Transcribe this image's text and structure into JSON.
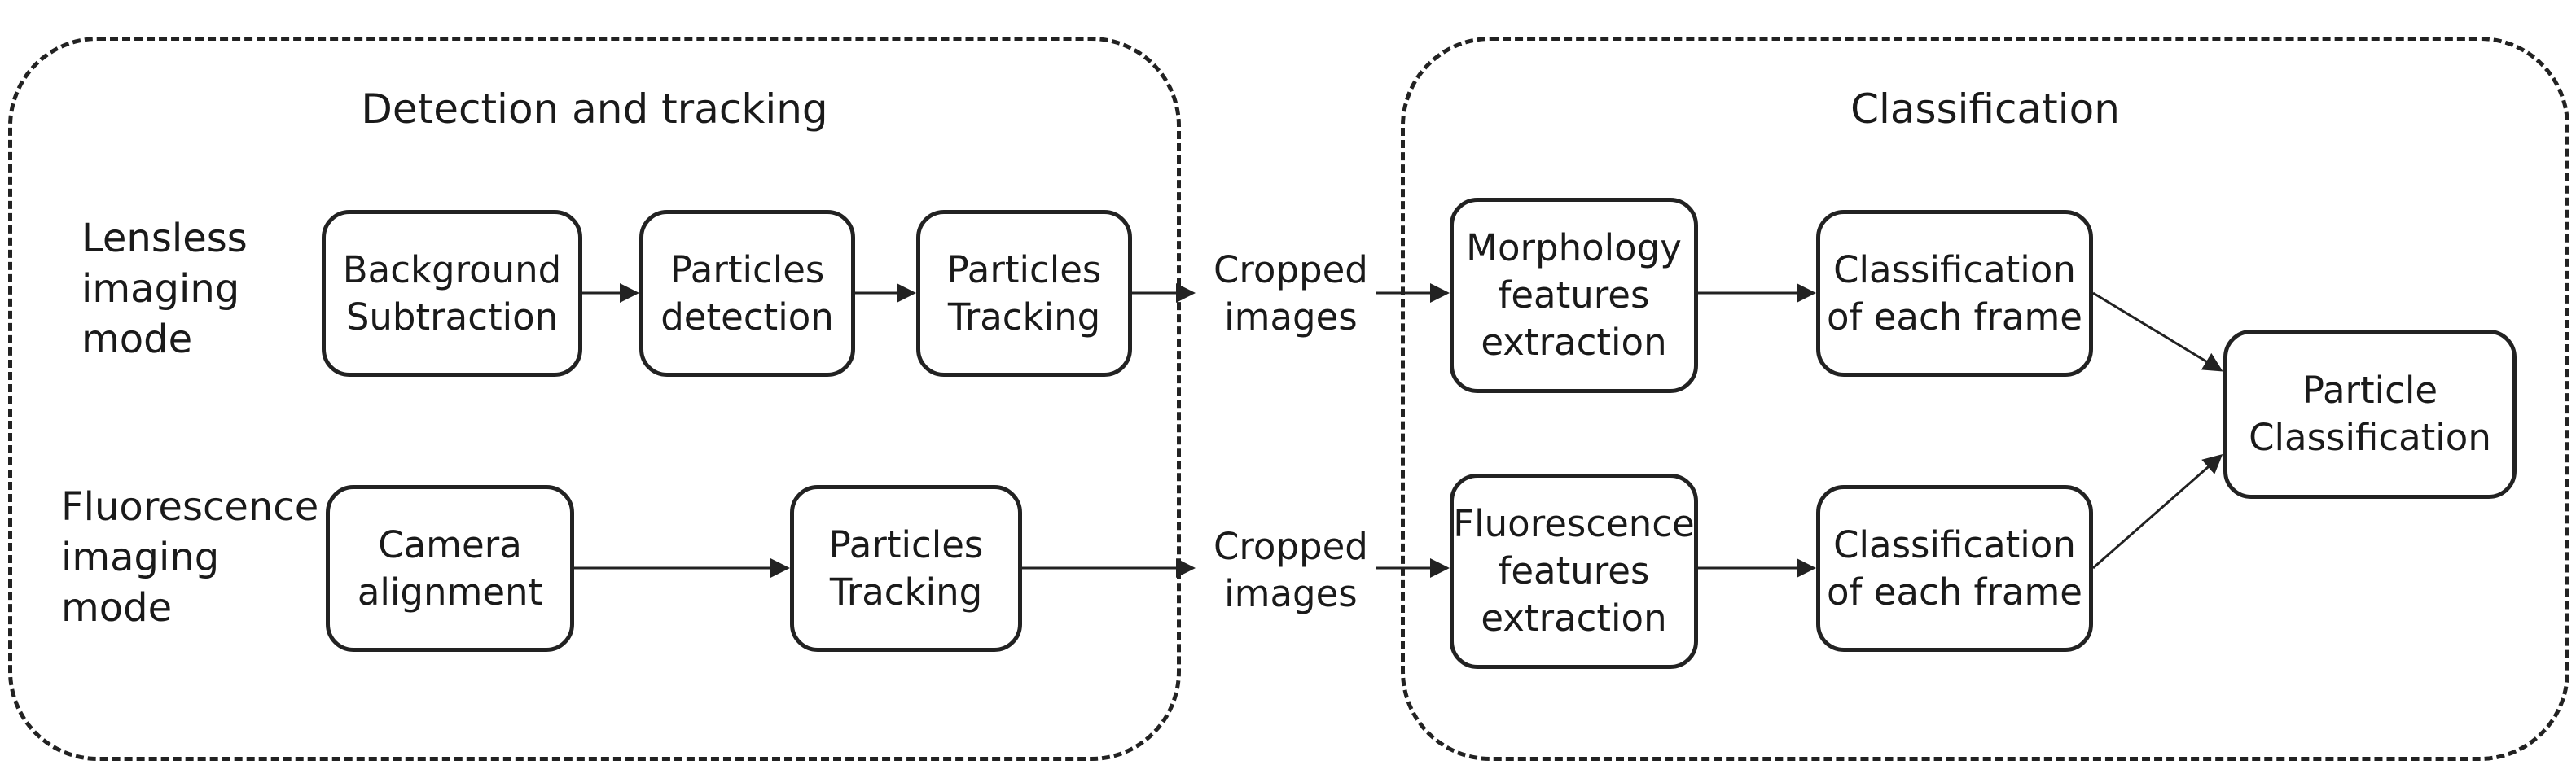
{
  "groups": {
    "detection_title": "Detection and tracking",
    "classification_title": "Classification"
  },
  "modes": {
    "lensless": "Lensless\nimaging\nmode",
    "fluorescence": "Fluorescence\nimaging\nmode"
  },
  "boxes": {
    "background_subtraction": "Background\nSubtraction",
    "particles_detection": "Particles\ndetection",
    "particles_tracking_top": "Particles\nTracking",
    "camera_alignment": "Camera\nalignment",
    "particles_tracking_bottom": "Particles\nTracking",
    "morphology_features": "Morphology\nfeatures\nextraction",
    "fluorescence_features": "Fluorescence\nfeatures\nextraction",
    "classification_frame_top": "Classification\nof each frame",
    "classification_frame_bottom": "Classification\nof each frame",
    "particle_classification": "Particle\nClassification"
  },
  "cropped": {
    "top": "Cropped\nimages",
    "bottom": "Cropped\nimages"
  }
}
